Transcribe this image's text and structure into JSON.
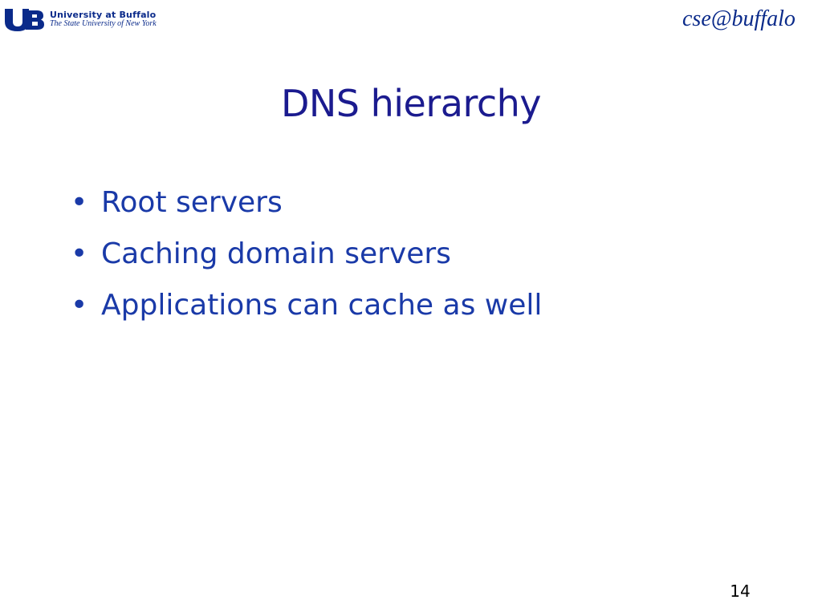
{
  "header": {
    "ub_logo": {
      "name": "University at Buffalo",
      "subtitle": "The State University of New York"
    },
    "cse_logo": {
      "text": "cse@buffalo"
    }
  },
  "slide": {
    "title": "DNS hierarchy",
    "bullets": [
      {
        "label": "Root servers"
      },
      {
        "label": "Caching domain servers"
      },
      {
        "label": "Applications can cache as well"
      }
    ],
    "page_number": "14"
  },
  "colors": {
    "title": "#1b1b8f",
    "bullet_text": "#1a3aa8",
    "logo_blue": "#0a2a8a"
  }
}
